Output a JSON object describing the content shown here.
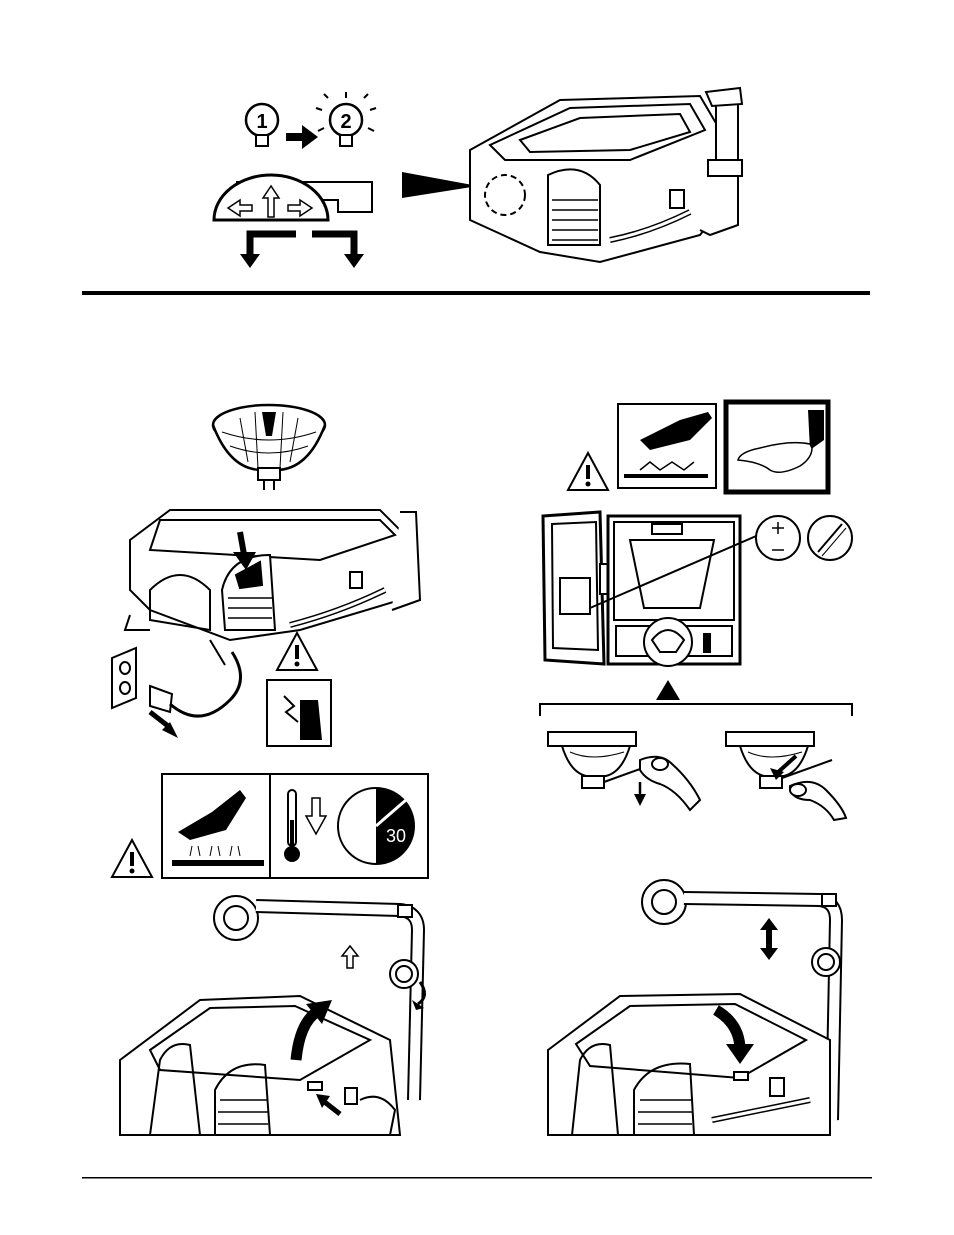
{
  "lamp_switch": {
    "lamp_one_label": "1",
    "lamp_two_label": "2"
  },
  "cooldown": {
    "minutes_label": "30"
  },
  "colors": {
    "ink": "#000000",
    "paper": "#ffffff",
    "shade": "#cfcfcf"
  },
  "icons": [
    "lamp-bulb-icon",
    "arrow-right-icon",
    "warning-triangle-icon",
    "electric-shock-hand-icon",
    "hot-surface-hand-icon",
    "thermometer-icon",
    "clock-timer-icon",
    "glove-hand-icon",
    "battery-plus-icon",
    "battery-slash-icon",
    "power-outlet-icon",
    "power-plug-icon"
  ]
}
